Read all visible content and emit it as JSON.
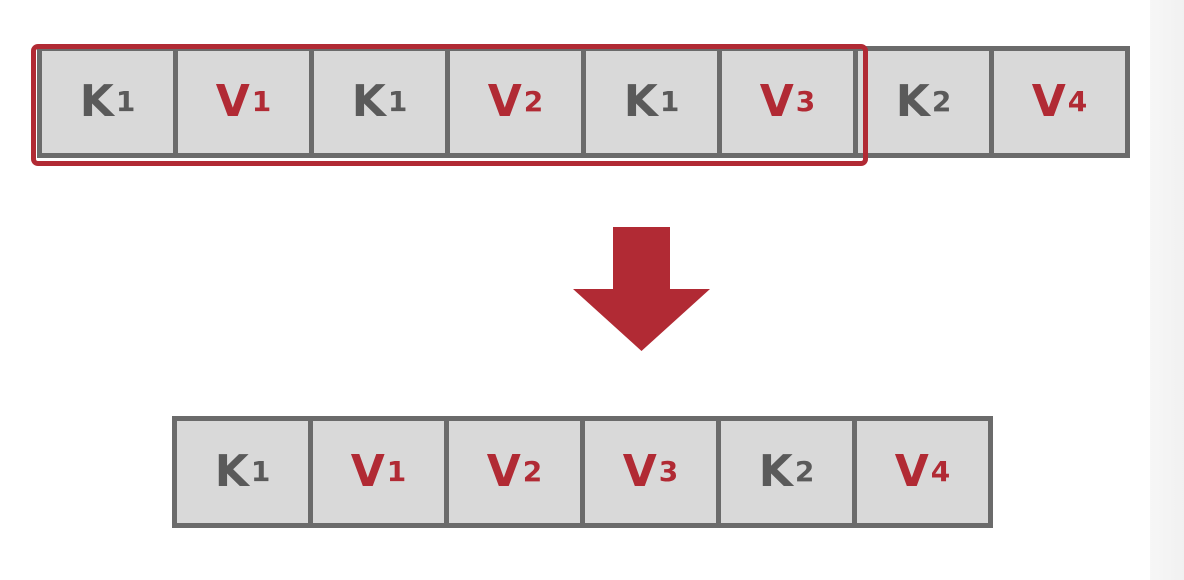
{
  "top_row": [
    {
      "type": "key",
      "letter": "K",
      "sub": "1"
    },
    {
      "type": "val",
      "letter": "V",
      "sub": "1"
    },
    {
      "type": "key",
      "letter": "K",
      "sub": "1"
    },
    {
      "type": "val",
      "letter": "V",
      "sub": "2"
    },
    {
      "type": "key",
      "letter": "K",
      "sub": "1"
    },
    {
      "type": "val",
      "letter": "V",
      "sub": "3"
    },
    {
      "type": "key",
      "letter": "K",
      "sub": "2"
    },
    {
      "type": "val",
      "letter": "V",
      "sub": "4"
    }
  ],
  "bottom_row": [
    {
      "type": "key",
      "letter": "K",
      "sub": "1"
    },
    {
      "type": "val",
      "letter": "V",
      "sub": "1"
    },
    {
      "type": "val",
      "letter": "V",
      "sub": "2"
    },
    {
      "type": "val",
      "letter": "V",
      "sub": "3"
    },
    {
      "type": "key",
      "letter": "K",
      "sub": "2"
    },
    {
      "type": "val",
      "letter": "V",
      "sub": "4"
    }
  ],
  "colors": {
    "key_text": "#5a5a5a",
    "value_text": "#b12a34",
    "cell_fill": "#d9d9d9",
    "cell_border": "#6b6b6b",
    "highlight_border": "#b12a34",
    "arrow": "#b12a34"
  },
  "icons": {
    "arrow": "arrow-down-icon"
  }
}
